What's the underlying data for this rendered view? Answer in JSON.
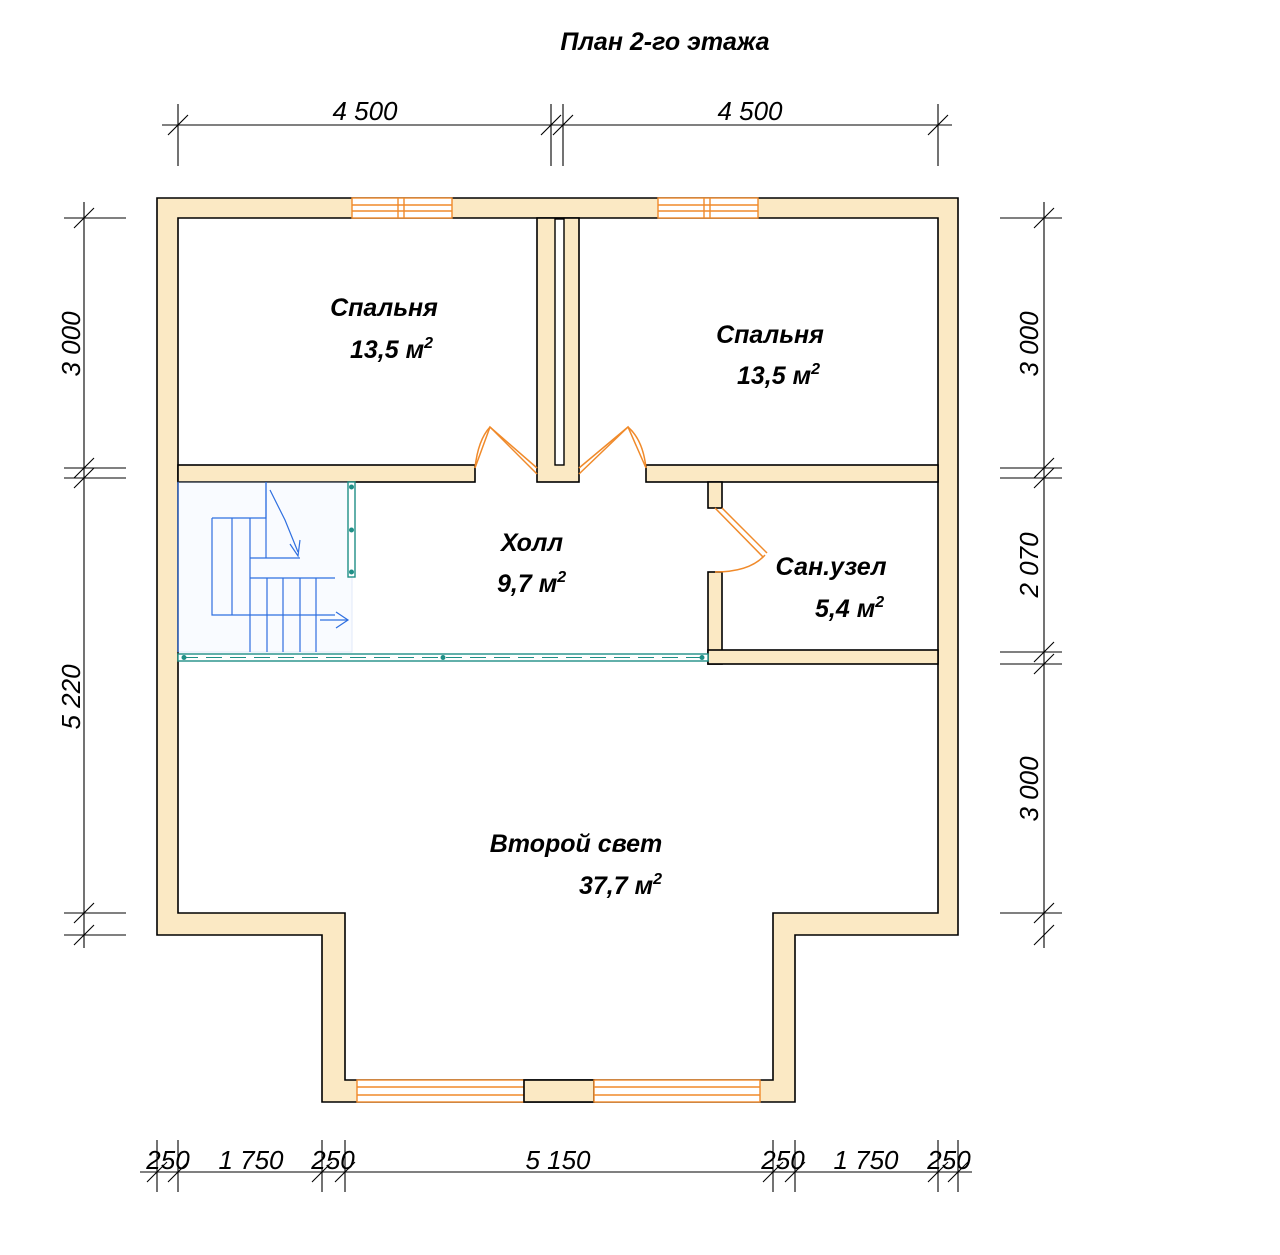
{
  "title": "План 2-го этажа",
  "rooms": {
    "bedroom_left": {
      "name": "Спальня",
      "area": "13,5 м",
      "unit_sup": "2"
    },
    "bedroom_right": {
      "name": "Спальня",
      "area": "13,5 м",
      "unit_sup": "2"
    },
    "hall": {
      "name": "Холл",
      "area": "9,7 м",
      "unit_sup": "2"
    },
    "bathroom": {
      "name": "Сан.узел",
      "area": "5,4 м",
      "unit_sup": "2"
    },
    "second_light": {
      "name": "Второй свет",
      "area": "37,7 м",
      "unit_sup": "2"
    }
  },
  "dimensions": {
    "top": [
      "4 500",
      "4 500"
    ],
    "left": [
      "3 000",
      "5 220"
    ],
    "right": [
      "3 000",
      "2 070",
      "3 000"
    ],
    "bottom": [
      "250",
      "1 750",
      "250",
      "5 150",
      "250",
      "1 750",
      "250"
    ]
  },
  "colors": {
    "wall_fill": "#fbe9c4",
    "window_stroke": "#f08a2a",
    "railing": "#1f8f86",
    "stair": "#2f6fe0"
  }
}
